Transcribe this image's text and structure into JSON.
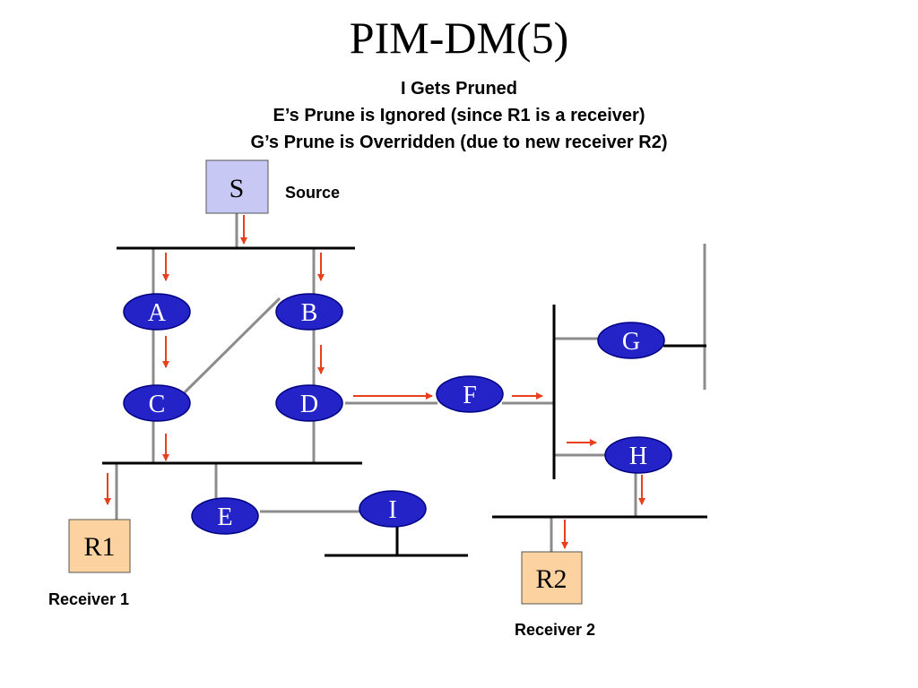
{
  "title": "PIM-DM(5)",
  "subtitle_lines": [
    "I Gets Pruned",
    "E’s Prune is Ignored (since R1 is a receiver)",
    "G’s Prune is Overridden (due to new receiver R2)"
  ],
  "nodes": {
    "source": "S",
    "routers": [
      "A",
      "B",
      "C",
      "D",
      "E",
      "F",
      "G",
      "H",
      "I"
    ],
    "receiver1": "R1",
    "receiver2": "R2"
  },
  "captions": {
    "source": "Source",
    "receiver1": "Receiver 1",
    "receiver2": "Receiver 2"
  },
  "colors": {
    "router_fill": "#2323c8",
    "router_stroke": "#000080",
    "source_fill": "#c8c8f5",
    "receiver_fill": "#fbd2a0",
    "link": "#8c8c8c",
    "lan": "#000000",
    "arrow": "#e8401c"
  }
}
